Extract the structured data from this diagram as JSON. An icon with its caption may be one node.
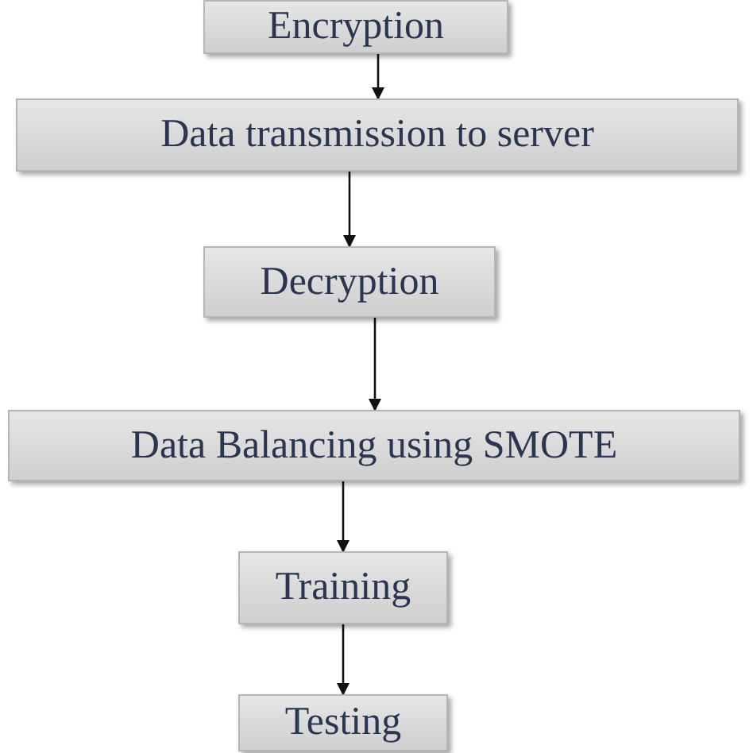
{
  "diagram": {
    "nodes": [
      {
        "text": [
          "Encryption"
        ]
      },
      {
        "text": [
          "Data transmission to server"
        ]
      },
      {
        "text": [
          "Decryption"
        ]
      },
      {
        "text": [
          "Data Balancing using SMOTE"
        ]
      },
      {
        "text": [
          "Training"
        ]
      },
      {
        "text": [
          "Testing"
        ]
      }
    ],
    "edges": [
      {
        "from": 0,
        "to": 1,
        "arrow": "to"
      },
      {
        "from": 1,
        "to": 2,
        "arrow": "to"
      },
      {
        "from": 2,
        "to": 3,
        "arrow": "to"
      },
      {
        "from": 3,
        "to": 4,
        "arrow": "to"
      },
      {
        "from": 4,
        "to": 5,
        "arrow": "to"
      }
    ]
  }
}
